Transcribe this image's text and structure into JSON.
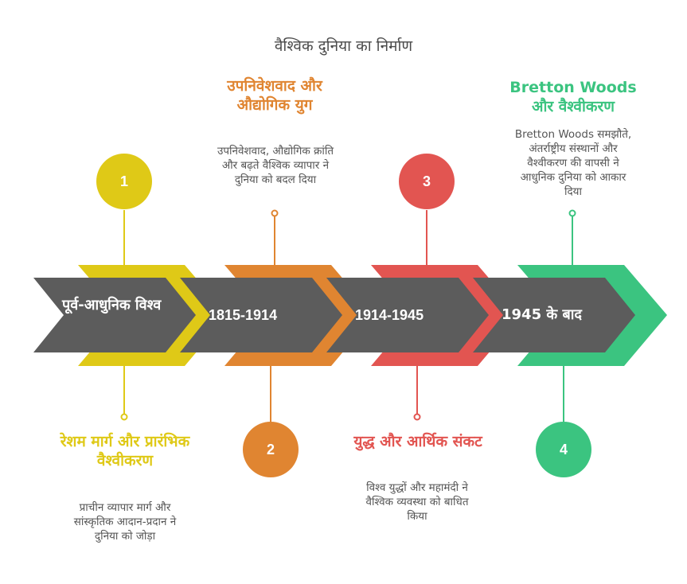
{
  "title": "वैश्विक दुनिया का निर्माण",
  "colors": {
    "yellow": "#dfc917",
    "orange": "#e08531",
    "red": "#e25551",
    "green": "#3bc480",
    "chevron": "#5c5c5c",
    "text": "#555555"
  },
  "stages": [
    {
      "number": "1",
      "label": "पूर्व-आधुनिक विश्व",
      "heading": "रेशम मार्ग और प्रारंभिक वैश्वीकरण",
      "description": "प्राचीन व्यापार मार्ग और सांस्कृतिक आदान-प्रदान ने दुनिया को जोड़ा"
    },
    {
      "number": "2",
      "label": "1815-1914",
      "heading": "उपनिवेशवाद और औद्योगिक युग",
      "description": "उपनिवेशवाद, औद्योगिक क्रांति और बढ़ते वैश्विक व्यापार ने दुनिया को बदल दिया"
    },
    {
      "number": "3",
      "label": "1914-1945",
      "heading": "युद्ध और आर्थिक संकट",
      "description": "विश्व युद्धों और महामंदी ने वैश्विक व्यवस्था को बाधित किया"
    },
    {
      "number": "4",
      "label": "1945 के बाद",
      "heading": "Bretton Woods और वैश्वीकरण",
      "description": "Bretton Woods समझौते, अंतर्राष्ट्रीय संस्थानों और वैश्वीकरण की वापसी ने आधुनिक दुनिया को आकार दिया"
    }
  ]
}
